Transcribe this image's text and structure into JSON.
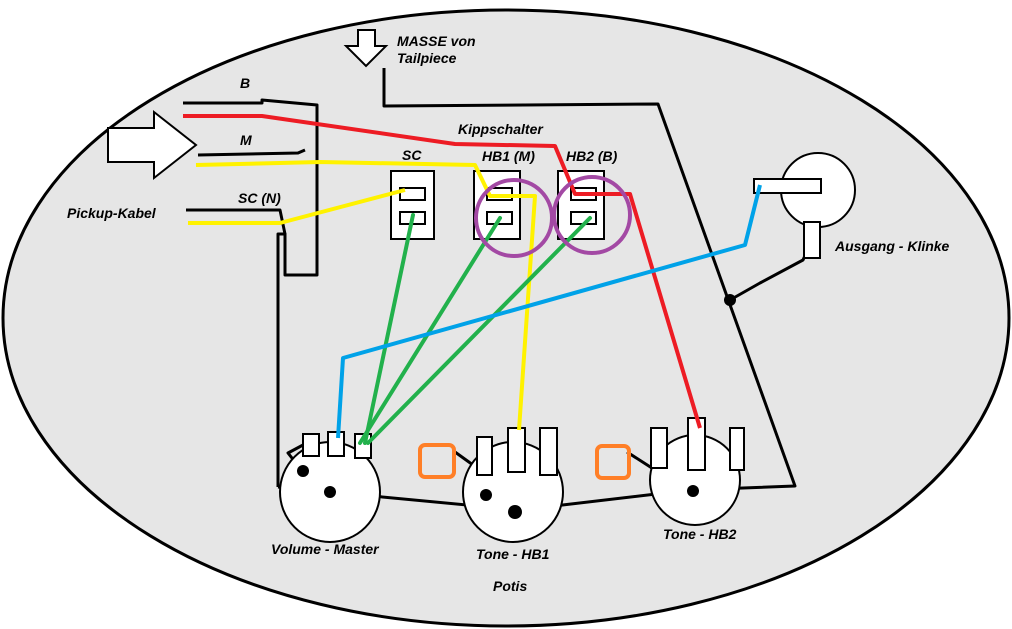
{
  "labels": {
    "masse_line1": "MASSE von",
    "masse_line2": "Tailpiece",
    "b": "B",
    "m": "M",
    "sc_n": "SC (N)",
    "pickup_kabel": "Pickup-Kabel",
    "kippschalter": "Kippschalter",
    "sc": "SC",
    "hb1": "HB1 (M)",
    "hb2": "HB2 (B)",
    "ausgang": "Ausgang - Klinke",
    "volume": "Volume - Master",
    "tone_hb1": "Tone - HB1",
    "tone_hb2": "Tone - HB2",
    "potis": "Potis"
  },
  "colors": {
    "body_fill": "#e6e6e6",
    "ground": "#000000",
    "red": "#ed1c24",
    "yellow": "#fff200",
    "green": "#22b14c",
    "blue": "#00a2e8",
    "purple": "#a349a4",
    "orange": "#ff7f27"
  }
}
